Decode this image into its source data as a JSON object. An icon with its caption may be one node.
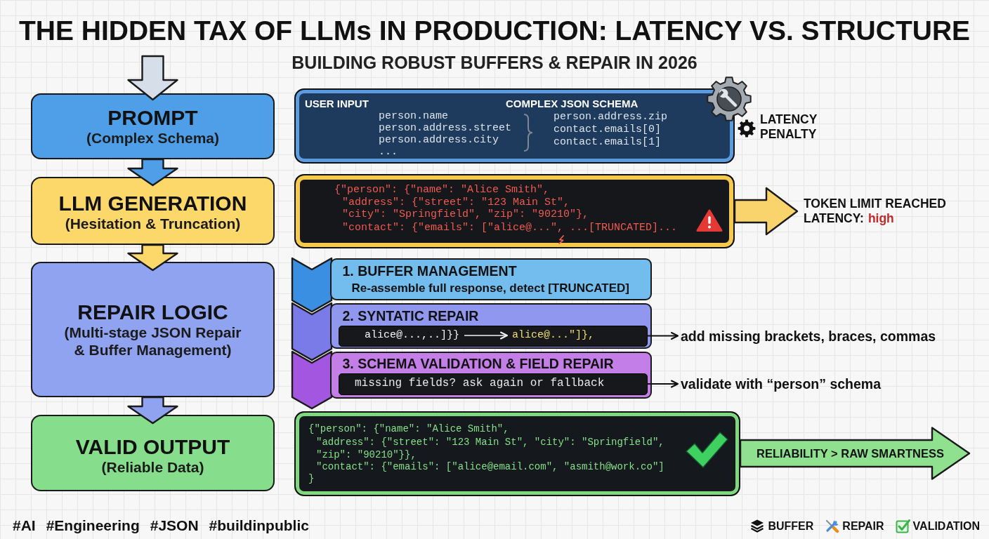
{
  "diagram": {
    "title": "THE HIDDEN TAX OF LLMs IN PRODUCTION: LATENCY VS. STRUCTURE",
    "nodes": [
      {
        "text": [
          "PROMPT",
          "(Complex Schema)"
        ]
      },
      {
        "text": [
          "LLM GENERATION",
          "(Hesitation & Truncation)"
        ]
      },
      {
        "text": [
          "REPAIR LOGIC",
          "(Multi-stage JSON Repair & Buffer Management)"
        ]
      },
      {
        "text": [
          "VALID OUTPUT",
          "(Reliable Data)"
        ]
      },
      {
        "text": [
          "USER INPUT",
          "COMPLEX JSON SCHEMA",
          "person.name",
          "person.address.street",
          "person.address.city",
          "...",
          "person.address.zip",
          "contact.emails[0]",
          "contact.emails[1]"
        ],
        "beside": [
          "LATENCY PENALTY"
        ]
      },
      {
        "text": [
          "{\"person\": {\"name\": \"Alice Smith\",",
          "\"address\": {\"street\": \"123 Main St\",",
          "\"city\": \"Springfield\", \"zip\": \"90210\"},",
          "\"contact\": {\"emails\": [\"alice@...\", ...[TRUNCATED]..."
        ]
      },
      {
        "text": [
          "TOKEN LIMIT REACHED",
          "LATENCY:",
          "high"
        ]
      },
      {
        "text": [
          "1. BUFFER MANAGEMENT",
          "Re-assemble full response, detect [TRUNCATED]"
        ]
      },
      {
        "text": [
          "2. SYNTATIC REPAIR"
        ]
      },
      {
        "text": [],
        "shape": "box",
        "in": 8
      },
      {
        "text": [
          "alice@...,..]}}"
        ],
        "in": 9
      },
      {
        "text": [
          "alice@...\"]},"
        ],
        "in": 9
      },
      {
        "text": [
          "add missing brackets, braces, commas"
        ]
      },
      {
        "text": [
          "3. SCHEMA VALIDATION & FIELD REPAIR"
        ]
      },
      {
        "text": [
          "missing fields? ask again or fallback"
        ],
        "in": 13
      },
      {
        "text": [
          "validate with “person” schema"
        ]
      },
      {
        "text": [
          "{\"person\": {\"name\": \"Alice Smith\",",
          "\"address\": {\"street\": \"123 Main St\", \"city\": \"Springfield\",",
          "\"zip\": \"90210\"}},",
          "\"contact\": {\"emails\": [\"alice@email.com\", \"asmith@work.co\"]",
          "}"
        ]
      },
      {
        "text": [
          "RELIABILITY > RAW SMARTNESS"
        ]
      }
    ],
    "edges": [
      {
        "from": null,
        "to": 0,
        "arrow": "to",
        "style": "thick",
        "color": "#d5dee9"
      },
      {
        "from": 0,
        "to": 1,
        "arrow": "to",
        "style": "thick",
        "color": "#4f9fe8"
      },
      {
        "from": 1,
        "to": 2,
        "arrow": "to",
        "style": "thick",
        "color": "#fcd76a"
      },
      {
        "from": 2,
        "to": 3,
        "arrow": "to",
        "style": "thick",
        "color": "#8fa3f0"
      },
      {
        "from": 5,
        "to": 6,
        "arrow": "to",
        "style": "thick",
        "color": "#f9d36b"
      },
      {
        "from": 10,
        "to": 11,
        "arrow": "to",
        "color": "#f2f2f2"
      },
      {
        "from": 9,
        "to": 12,
        "arrow": "to"
      },
      {
        "from": 14,
        "to": 15,
        "arrow": "to"
      }
    ],
    "labels": [
      "BUILDING ROBUST BUFFERS & REPAIR IN 2026",
      "#AI",
      "#Engineering",
      "#JSON",
      "#buildinpublic"
    ],
    "legend": [
      {
        "text": "BUFFER"
      },
      {
        "text": "REPAIR"
      },
      {
        "text": "VALIDATION"
      }
    ]
  }
}
